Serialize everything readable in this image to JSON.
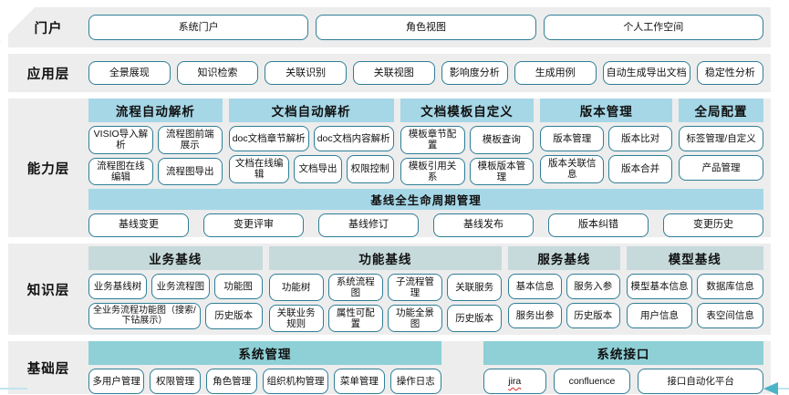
{
  "colors": {
    "band_background": "#ededed",
    "button_border": "#2f7e96",
    "header_blue": "#a6d7e7",
    "header_gray_teal": "#c6dadb",
    "header_teal": "#8ed0d6",
    "arrow_teal": "#4ab3c8",
    "decoration_line": "#bfe5ee"
  },
  "portal": {
    "label": "门户",
    "items": [
      "系统门户",
      "角色视图",
      "个人工作空间"
    ]
  },
  "app_layer": {
    "label": "应用层",
    "items": [
      "全景展现",
      "知识检索",
      "关联识别",
      "关联视图",
      "影响度分析",
      "生成用例",
      "自动生成导出文档",
      "稳定性分析"
    ]
  },
  "capability_layer": {
    "label": "能力层",
    "groups": [
      {
        "title": "流程自动解析",
        "row1": [
          "VISIO导入解析",
          "流程图前端展示"
        ],
        "row2": [
          "流程图在线编辑",
          "流程图导出"
        ]
      },
      {
        "title": "文档自动解析",
        "row1": [
          "doc文档章节解析",
          "doc文档内容解析"
        ],
        "row2": [
          "文档在线编辑",
          "文档导出",
          "权限控制"
        ]
      },
      {
        "title": "文档模板自定义",
        "row1": [
          "模板章节配置",
          "模板查询"
        ],
        "row2": [
          "模板引用关系",
          "模板版本管理"
        ]
      },
      {
        "title": "版本管理",
        "row1": [
          "版本管理",
          "版本比对"
        ],
        "row2": [
          "版本关联信息",
          "版本合并"
        ]
      },
      {
        "title": "全局配置",
        "row1": [
          "标签管理/自定义"
        ],
        "row2": [
          "产品管理"
        ]
      }
    ],
    "baseline": {
      "title": "基线全生命周期管理",
      "items": [
        "基线变更",
        "变更评审",
        "基线修订",
        "基线发布",
        "版本纠错",
        "变更历史"
      ]
    }
  },
  "knowledge_layer": {
    "label": "知识层",
    "groups": [
      {
        "title": "业务基线",
        "row1": [
          "业务基线树",
          "业务流程图",
          "功能图"
        ],
        "row2": [
          "全业务流程功能图（搜索/下钻展示）",
          "历史版本"
        ]
      },
      {
        "title": "功能基线",
        "row1": [
          "功能树",
          "系统流程图",
          "子流程管理",
          "关联服务"
        ],
        "row2": [
          "关联业务规则",
          "属性可配置",
          "功能全景图",
          "历史版本"
        ]
      },
      {
        "title": "服务基线",
        "row1": [
          "基本信息",
          "服务入参"
        ],
        "row2": [
          "服务出参",
          "历史版本"
        ]
      },
      {
        "title": "模型基线",
        "row1": [
          "模型基本信息",
          "数据库信息"
        ],
        "row2": [
          "用户信息",
          "表空间信息"
        ]
      }
    ]
  },
  "base_layer": {
    "label": "基础层",
    "groups": [
      {
        "title": "系统管理",
        "items": [
          "多用户管理",
          "权限管理",
          "角色管理",
          "组织机构管理",
          "菜单管理",
          "操作日志"
        ]
      },
      {
        "title": "系统接口",
        "items": [
          "jira",
          "confluence",
          "接口自动化平台"
        ]
      }
    ]
  }
}
